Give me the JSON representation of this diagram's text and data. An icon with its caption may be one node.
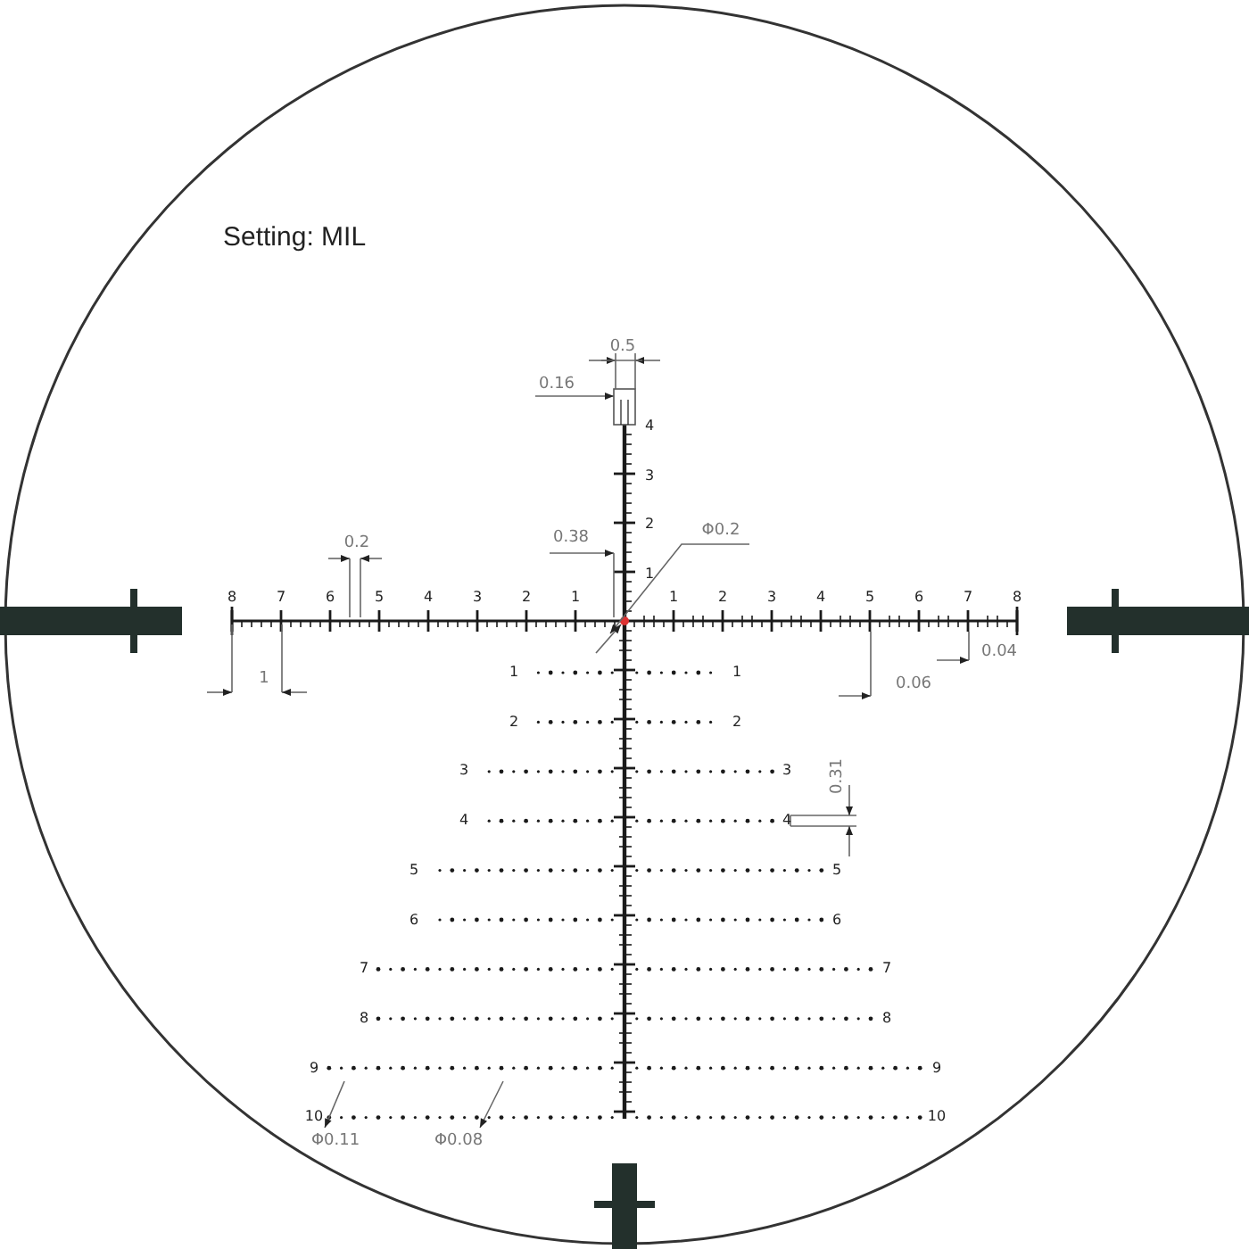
{
  "diagram": {
    "labels": [
      "Setting: MIL",
      "0.5",
      "0.16",
      "4",
      "3",
      "2",
      "0.38",
      "Φ0.2",
      "1",
      "0.2",
      "8",
      "7",
      "6",
      "5",
      "4",
      "3",
      "2",
      "1",
      "1",
      "2",
      "3",
      "4",
      "5",
      "6",
      "7",
      "8",
      "1",
      "0.06",
      "0.04",
      "0.31",
      "1",
      "1",
      "2",
      "2",
      "3",
      "3",
      "4",
      "4",
      "5",
      "5",
      "6",
      "6",
      "7",
      "7",
      "8",
      "8",
      "9",
      "9",
      "10",
      "10",
      "Φ0.11",
      "Φ0.08"
    ]
  }
}
